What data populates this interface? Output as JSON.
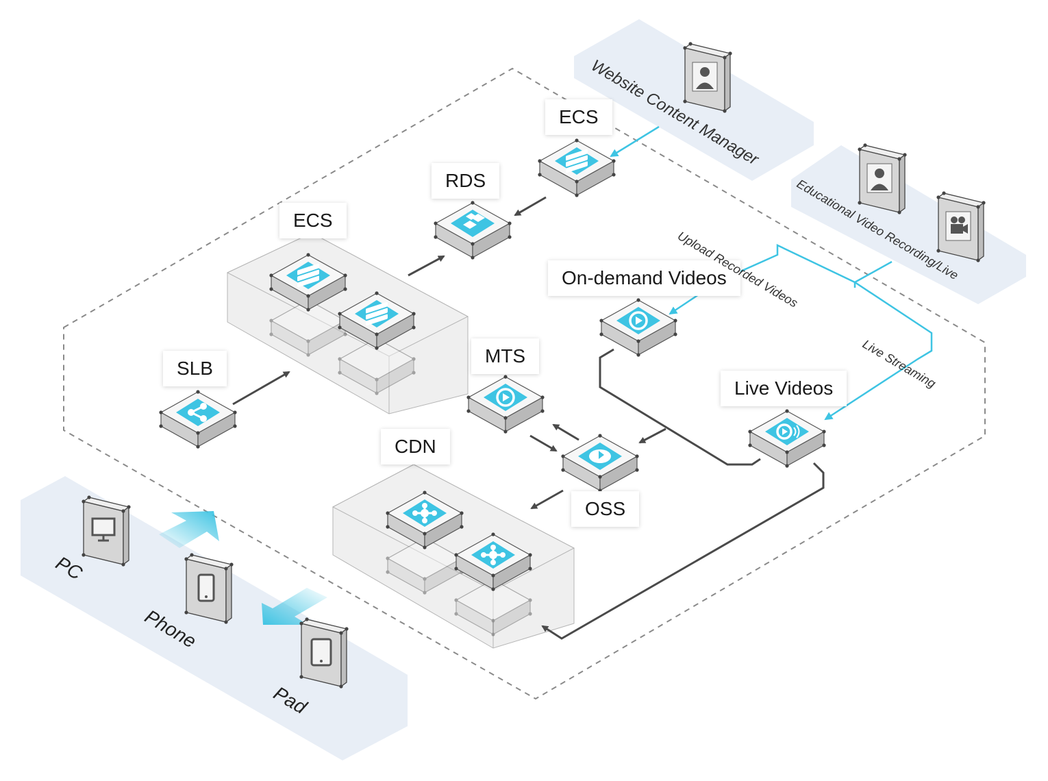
{
  "colors": {
    "accent": "#3ec4e3",
    "panel": "#e8eef6",
    "arrow": "#4a4a4a",
    "box_border": "#555555",
    "dashed": "#8a8a8a"
  },
  "services": {
    "ecs_top": {
      "label": "ECS",
      "icon": "server-icon"
    },
    "rds": {
      "label": "RDS",
      "icon": "database-icon"
    },
    "ecs_cluster": {
      "label": "ECS",
      "icon": "server-icon"
    },
    "slb": {
      "label": "SLB",
      "icon": "load-balancer-icon"
    },
    "mts": {
      "label": "MTS",
      "icon": "transcode-icon"
    },
    "oss": {
      "label": "OSS",
      "icon": "storage-icon"
    },
    "cdn": {
      "label": "CDN",
      "icon": "network-node-icon"
    },
    "on_demand": {
      "label": "On-demand Videos",
      "icon": "vod-icon"
    },
    "live": {
      "label": "Live Videos",
      "icon": "live-icon"
    }
  },
  "actors": {
    "content_manager": {
      "label": "Website Content Manager",
      "icon": "person-icon"
    },
    "educational": {
      "label": "Educational Video Recording/Live",
      "icons": [
        "person-icon",
        "video-camera-icon"
      ]
    }
  },
  "flows": {
    "upload": "Upload Recorded Videos",
    "live_streaming": "Live Streaming"
  },
  "clients": {
    "pc": "PC",
    "phone": "Phone",
    "pad": "Pad"
  }
}
